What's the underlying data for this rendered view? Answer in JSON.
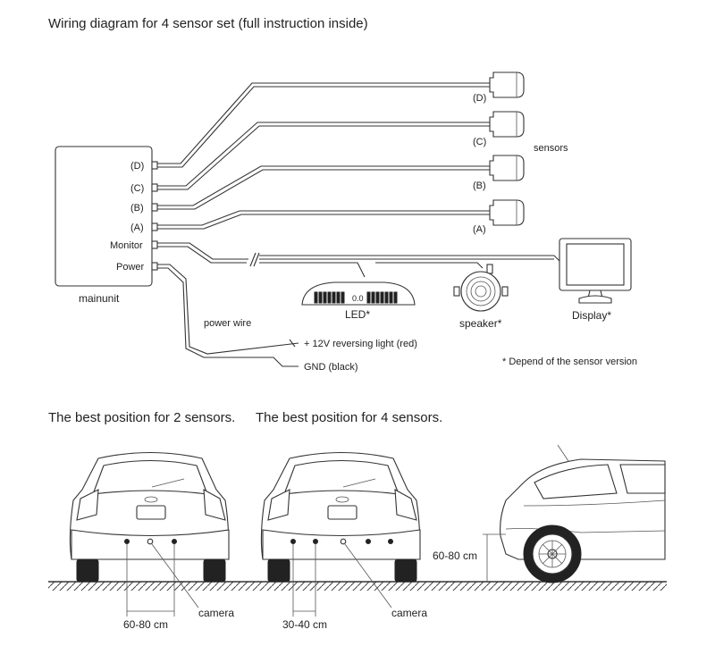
{
  "title": "Wiring diagram for 4 sensor set (full instruction inside)",
  "mainunit": {
    "label": "mainunit",
    "ports": [
      "(D)",
      "(C)",
      "(B)",
      "(A)",
      "Monitor",
      "Power"
    ]
  },
  "sensors": {
    "label": "sensors",
    "items": [
      "(D)",
      "(C)",
      "(B)",
      "(A)"
    ]
  },
  "led": {
    "label": "LED*",
    "readout": "0.0"
  },
  "speaker": {
    "label": "speaker*"
  },
  "display": {
    "label": "Display*"
  },
  "power": {
    "wire_label": "power wire",
    "plus_label": "+ 12V reversing light (red)",
    "gnd_label": "GND (black)"
  },
  "footnote": "* Depend of the sensor version",
  "positions": {
    "two_title": "The best position for 2 sensors.",
    "four_title": "The best position for 4 sensors.",
    "two_distance": "60-80 cm",
    "four_distance": "30-40 cm",
    "camera_label": "camera",
    "height_label": "60-80 cm"
  }
}
